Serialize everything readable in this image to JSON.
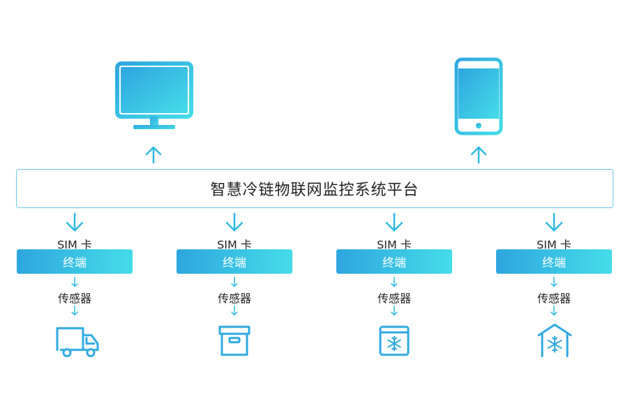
{
  "platform": {
    "title": "智慧冷链物联网监控系统平台"
  },
  "top_devices": [
    {
      "icon": "monitor-icon"
    },
    {
      "icon": "smartphone-icon"
    }
  ],
  "columns": [
    {
      "sim_label": "SIM 卡",
      "terminal_label": "终端",
      "sensor_label": "传感器",
      "icon": "truck-icon"
    },
    {
      "sim_label": "SIM 卡",
      "terminal_label": "终端",
      "sensor_label": "传感器",
      "icon": "box-icon"
    },
    {
      "sim_label": "SIM 卡",
      "terminal_label": "终端",
      "sensor_label": "传感器",
      "icon": "freezer-icon"
    },
    {
      "sim_label": "SIM 卡",
      "terminal_label": "终端",
      "sensor_label": "传感器",
      "icon": "cold-storage-icon"
    }
  ],
  "colors": {
    "accent_start": "#2ea6e0",
    "accent_end": "#45dce8",
    "arrow": "#2fb7e4"
  }
}
